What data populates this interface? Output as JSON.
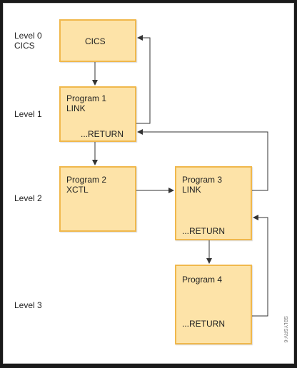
{
  "levels": {
    "level0": "Level 0\nCICS",
    "level1": "Level 1",
    "level2": "Level 2",
    "level3": "Level 3"
  },
  "boxes": {
    "cics": "CICS",
    "program1": "Program 1\nLINK",
    "program1_return": "...RETURN",
    "program2": "Program 2\nXCTL",
    "program3": "Program 3\nLINK",
    "program3_return": "...RETURN",
    "program4": "Program 4",
    "program4_return": "...RETURN"
  },
  "figure_id": "SBLYSRV-6",
  "colors": {
    "box_fill": "#fde3a8",
    "box_border": "#f0b84c",
    "line": "#333333"
  }
}
